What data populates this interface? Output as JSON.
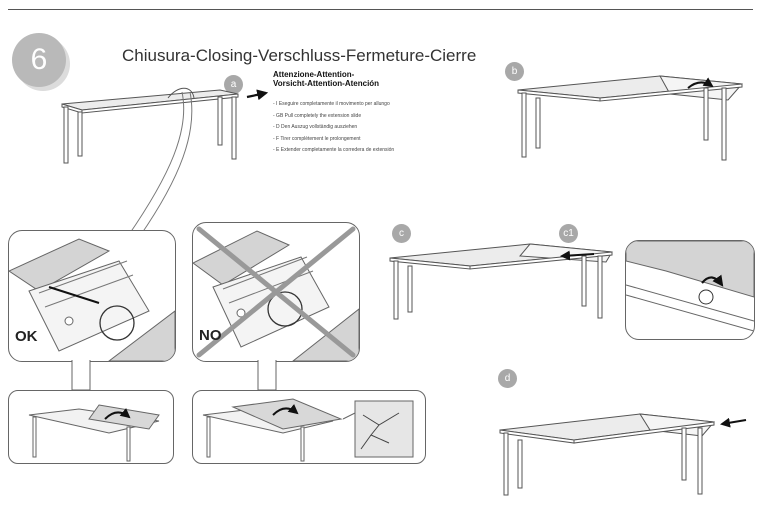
{
  "step_number": "6",
  "title": "Chiusura-Closing-Verschluss-Fermeture-Cierre",
  "attention": {
    "heading_line1": "Attenzione-Attention-",
    "heading_line2": "Vorsicht-Attention-Atención",
    "items": [
      "- I   Eseguire completamente il movimento per allungo",
      "- GB Pull completely the extension slide",
      "- D   Den Auszug vollständig ausziehen",
      "- F   Tirer complètement le prolongement",
      "- E   Extender completamente la corredera de extensión"
    ]
  },
  "badges": {
    "a": "a",
    "b": "b",
    "c": "c",
    "c1": "c1",
    "d": "d"
  },
  "labels": {
    "ok": "OK",
    "no": "NO"
  }
}
